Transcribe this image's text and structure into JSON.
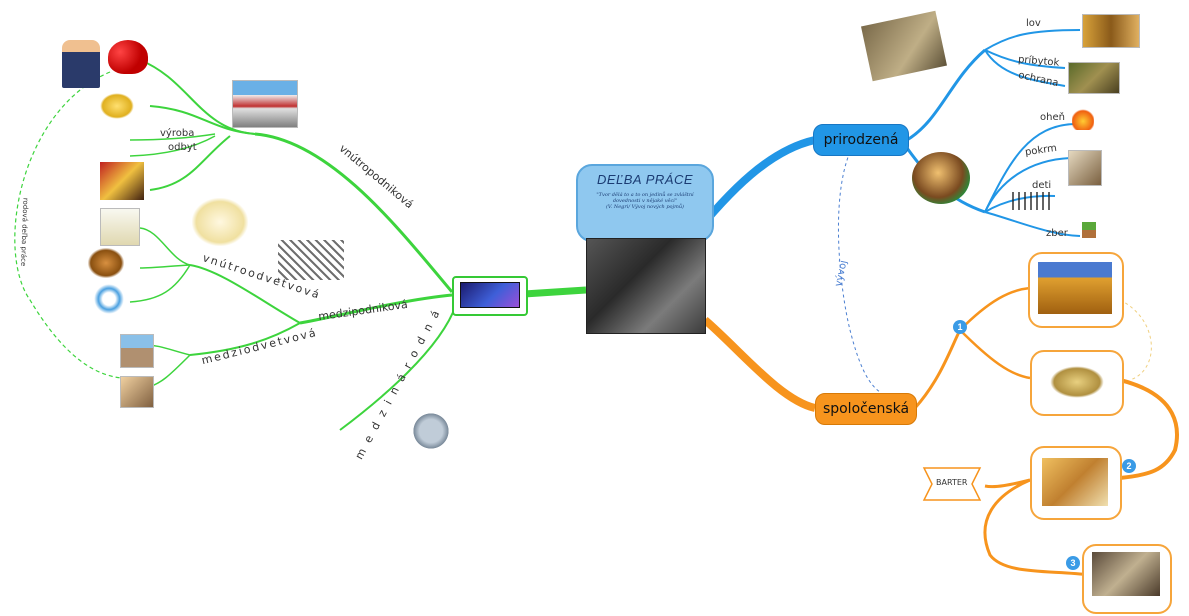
{
  "central": {
    "title": "DEĽBA PRÁCE",
    "quote": "\"Tvor dělá to a to on jedinů se zvláštní dovednosti v nějaké věci\"",
    "source": "(V. Negri/ Vývoj nových pojmů)"
  },
  "right": {
    "prirodzena": "prirodzená",
    "spolocenska": "spoločenská",
    "lov": "lov",
    "pribytok": "príbytok",
    "ochrana": "ochrana",
    "ohen": "oheň",
    "pokrm": "pokrm",
    "deti": "deti",
    "zber": "zber",
    "vyvoj": "vývoj",
    "barter": "BARTER",
    "badges": [
      "1",
      "2",
      "3"
    ]
  },
  "left": {
    "vnutropodnikova": "vnútropodniková",
    "medzipodnikova": "medzipodniková",
    "vnutroodvetvova": "vnútroodvetvová",
    "medziodvetvova": "medziodvetvová",
    "medzinarodna": "medzinárodná",
    "vyroba": "výroba",
    "odbyt": "odbyt",
    "dashed_label": "rodová deľba práce"
  },
  "colors": {
    "green": "#3dd43d",
    "blue": "#2196e6",
    "orange": "#f7941d",
    "dashed_blue": "#4b7fd1"
  }
}
